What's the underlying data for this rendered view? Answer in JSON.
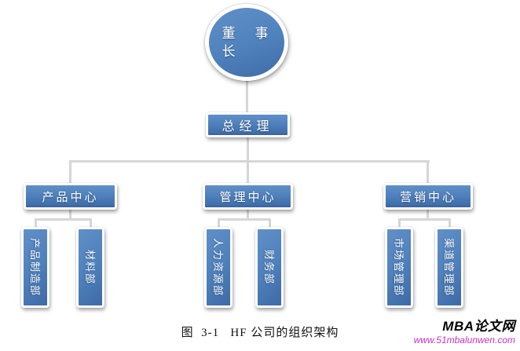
{
  "page": {
    "background": "#ffffff"
  },
  "org_chart": {
    "chairman": {
      "label": "董事长",
      "line1": "董　事",
      "line2": "长"
    },
    "general_manager": {
      "label": "总经理"
    },
    "centers": [
      {
        "label": "产品中心",
        "departments": [
          {
            "label": "产品制造部"
          },
          {
            "label": "材料部"
          }
        ]
      },
      {
        "label": "管理中心",
        "departments": [
          {
            "label": "人力资源部"
          },
          {
            "label": "财务部"
          }
        ]
      },
      {
        "label": "营销中心",
        "departments": [
          {
            "label": "市场管理部"
          },
          {
            "label": "渠道管理部"
          }
        ]
      }
    ],
    "colors": {
      "node_fill": "#4f81bd",
      "node_border": "#ffffff",
      "node_text": "#ffffff",
      "connector": "#d6d6d6"
    }
  },
  "caption": {
    "text": "图  3-1   HF 公司的组织架构"
  },
  "watermark": {
    "title": "MBA论文网",
    "url": "www.51mbalunwen.com",
    "title_color": "#000000",
    "url_color": "#c634c6"
  }
}
